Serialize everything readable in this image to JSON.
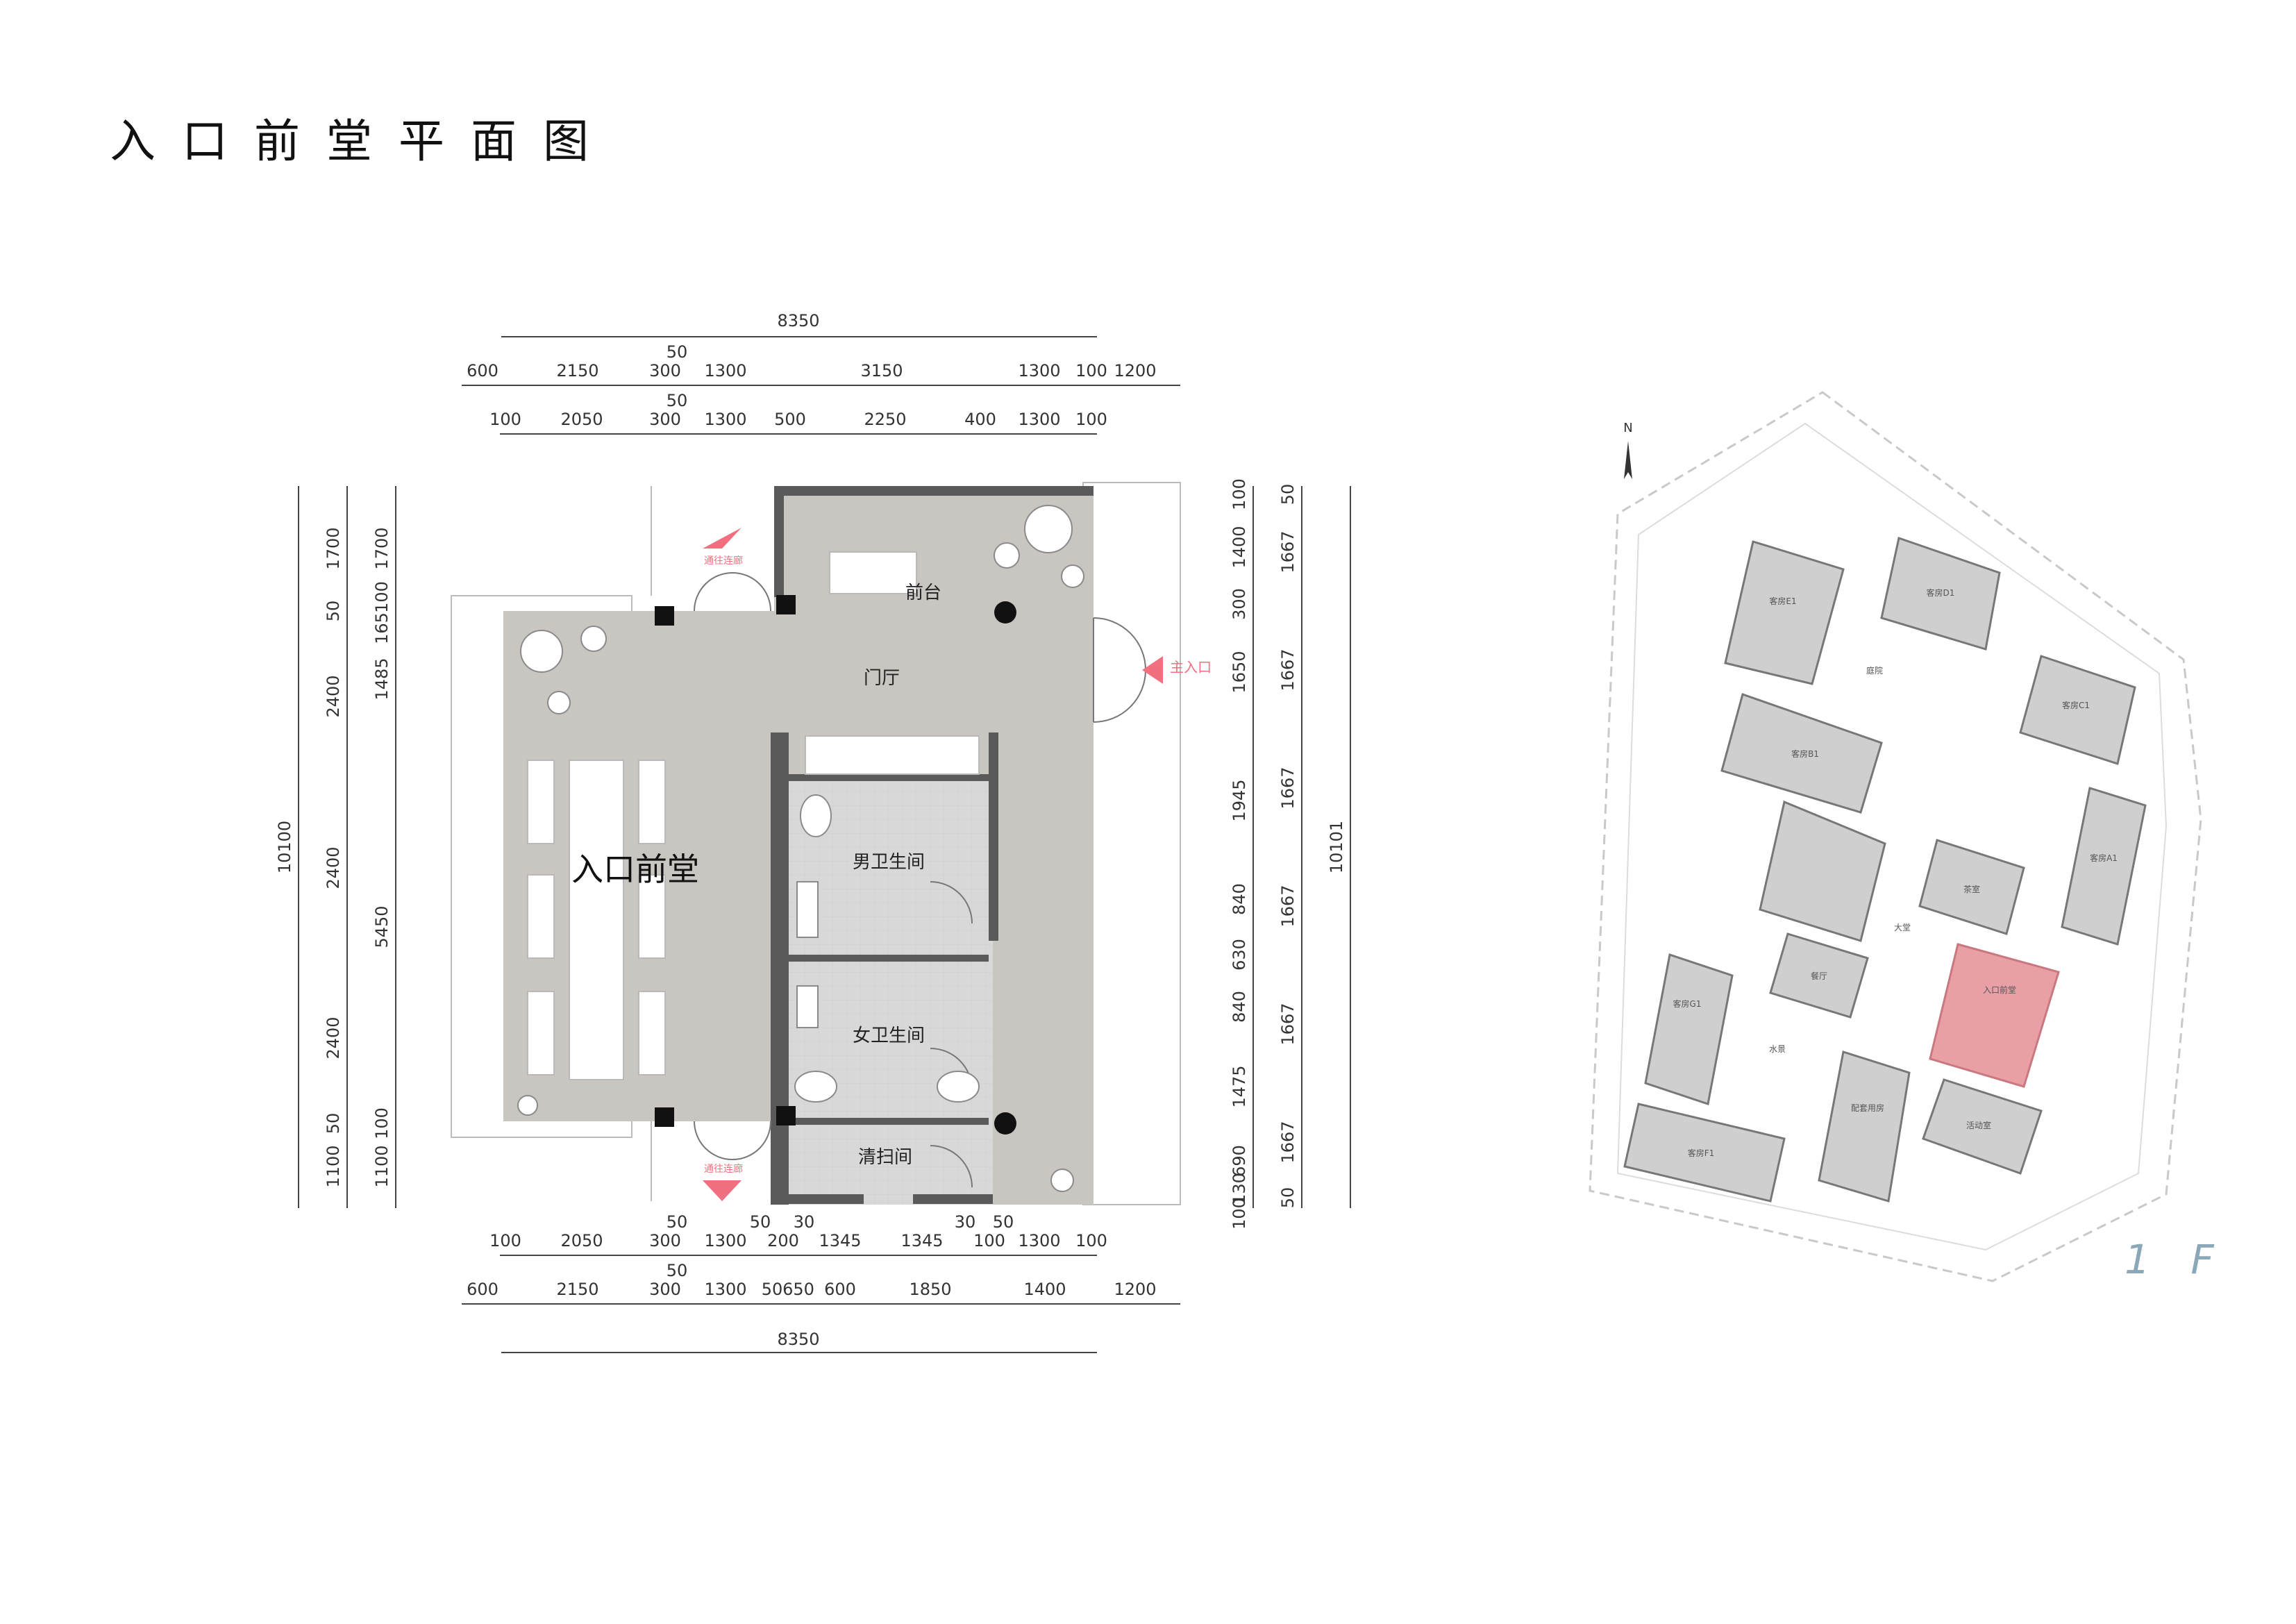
{
  "title": "入口前堂平面图",
  "floor": "1 F",
  "north": "N",
  "rooms": {
    "hall": "入口前堂",
    "lobby": "门厅",
    "reception": "前台",
    "men_wc": "男卫生间",
    "women_wc": "女卫生间",
    "cleaning": "清扫间"
  },
  "entrances": {
    "main": "主入口",
    "corridor_top": "通往连廊",
    "corridor_bottom": "通往连廊"
  },
  "dims": {
    "top_total": "8350",
    "top_row1": [
      "600",
      "2150",
      "300",
      "1300",
      "3150",
      "1300",
      "100",
      "1200"
    ],
    "top_row1_extra": "50",
    "top_row2": [
      "100",
      "2050",
      "300",
      "1300",
      "500",
      "2250",
      "400",
      "1300",
      "100"
    ],
    "top_row2_extra": "50",
    "bottom_total": "8350",
    "bottom_row1": [
      "100",
      "2050",
      "300",
      "1300",
      "200",
      "1345",
      "1345",
      "100",
      "1300",
      "100"
    ],
    "bottom_row1_extra": [
      "50",
      "50",
      "30",
      "30",
      "50"
    ],
    "bottom_row2": [
      "600",
      "2150",
      "300",
      "1300",
      "50",
      "650",
      "600",
      "1850",
      "1400",
      "1200"
    ],
    "bottom_row2_extra": "50",
    "left_total": "10100",
    "left_row1": [
      "1700",
      "50",
      "2400",
      "2400",
      "2400",
      "50",
      "1100"
    ],
    "left_row2": [
      "1700",
      "100",
      "165",
      "1485",
      "5450",
      "100",
      "1100"
    ],
    "right_total": "10101",
    "right_row1": [
      "100",
      "1400",
      "300",
      "1650",
      "1945",
      "840",
      "630",
      "840",
      "1475",
      "690",
      "130",
      "100"
    ],
    "right_row2": [
      "50",
      "1667",
      "1667",
      "1667",
      "1667",
      "1667",
      "1667",
      "50"
    ]
  },
  "site_labels": [
    "客房E1",
    "客房D1",
    "客房C1",
    "客房B1",
    "客房A1",
    "客房G1",
    "客房F1",
    "茶室",
    "餐厅",
    "配套用房",
    "活动室",
    "大堂",
    "庭院",
    "水景",
    "入口前堂"
  ],
  "colors": {
    "wall": "#5a5a5a",
    "floor_gray": "#c9c5c0",
    "wc_gray": "#d6d6d6",
    "highlight": "#e8a0a6",
    "arrow": "#f07080",
    "dim_line": "#444444"
  }
}
